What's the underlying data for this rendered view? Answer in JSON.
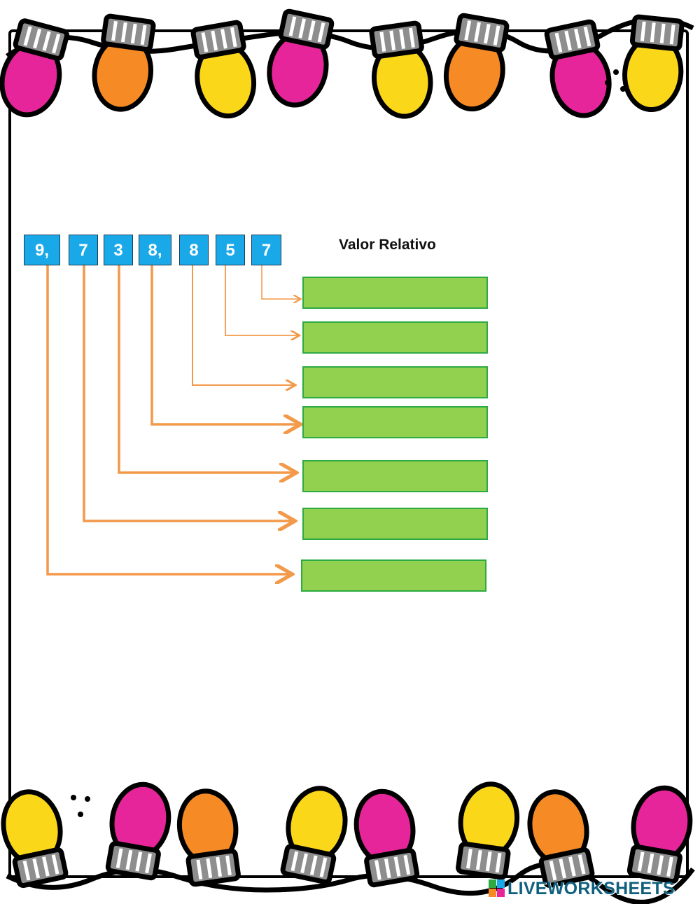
{
  "worksheet": {
    "heading": "Valor Relativo",
    "digits": [
      "9,",
      "7",
      "3",
      "8,",
      "8",
      "5",
      "7"
    ],
    "answer_boxes": [
      "",
      "",
      "",
      "",
      "",
      "",
      ""
    ]
  },
  "branding": {
    "logo_text": "LIVEWORKSHEETS"
  },
  "colors": {
    "digit_box": "#1aa9e8",
    "answer_box": "#92d050",
    "answer_border": "#2eaa42",
    "arrow": "#f2994a",
    "bulb_pink": "#e6259a",
    "bulb_orange": "#f68a24",
    "bulb_yellow": "#fbd71a",
    "socket": "#8e8e8e"
  }
}
